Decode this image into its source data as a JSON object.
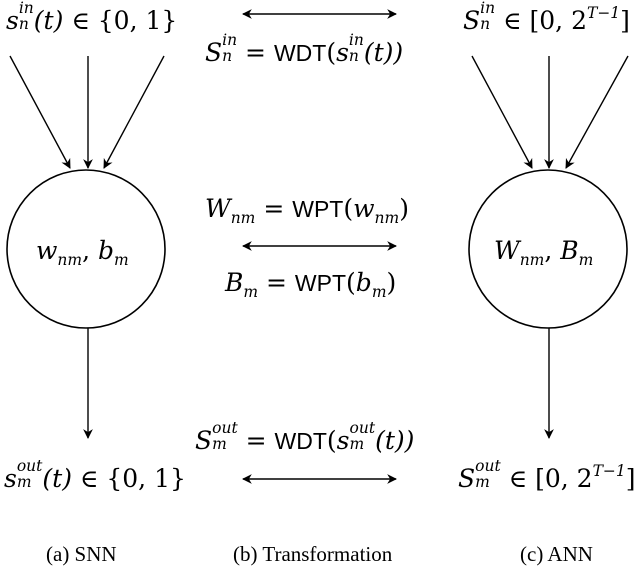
{
  "snn": {
    "input": {
      "var": "s",
      "sup": "in",
      "sub": "n",
      "arg": "(t)",
      "rel": "∈",
      "set": "{0, 1}"
    },
    "neuron": {
      "w": "w",
      "w_sub": "nm",
      "sep": ", ",
      "b": "b",
      "b_sub": "m"
    },
    "output": {
      "var": "s",
      "sup": "out",
      "sub": "m",
      "arg": "(t)",
      "rel": "∈",
      "set": "{0, 1}"
    }
  },
  "transform": {
    "input_eq": {
      "lhs": "S",
      "lhs_sup": "in",
      "lhs_sub": "n",
      "eq": " = ",
      "fn": "WDT",
      "open": "(",
      "var": "s",
      "var_sup": "in",
      "var_sub": "n",
      "arg": "(t))"
    },
    "weight_eq": {
      "lhs": "W",
      "lhs_sub": "nm",
      "eq": " = ",
      "fn": "WPT",
      "open": "(",
      "var": "w",
      "var_sub": "nm",
      "close": ")"
    },
    "bias_eq": {
      "lhs": "B",
      "lhs_sub": "m",
      "eq": " = ",
      "fn": "WPT",
      "open": "(",
      "var": "b",
      "var_sub": "m",
      "close": ")"
    },
    "output_eq": {
      "lhs": "S",
      "lhs_sup": "out",
      "lhs_sub": "m",
      "eq": " = ",
      "fn": "WDT",
      "open": "(",
      "var": "s",
      "var_sup": "out",
      "var_sub": "m",
      "arg": "(t))"
    }
  },
  "ann": {
    "input": {
      "var": "S",
      "sup": "in",
      "sub": "n",
      "rel": "∈",
      "set_open": "[0, 2",
      "exp": "T−1",
      "set_close": "]"
    },
    "neuron": {
      "w": "W",
      "w_sub": "nm",
      "sep": ", ",
      "b": "B",
      "b_sub": "m"
    },
    "output": {
      "var": "S",
      "sup": "out",
      "sub": "m",
      "rel": "∈",
      "set_open": "[0, 2",
      "exp": "T−1",
      "set_close": "]"
    }
  },
  "captions": {
    "snn": "(a) SNN",
    "transformation": "(b) Transformation",
    "ann": "(c) ANN"
  }
}
